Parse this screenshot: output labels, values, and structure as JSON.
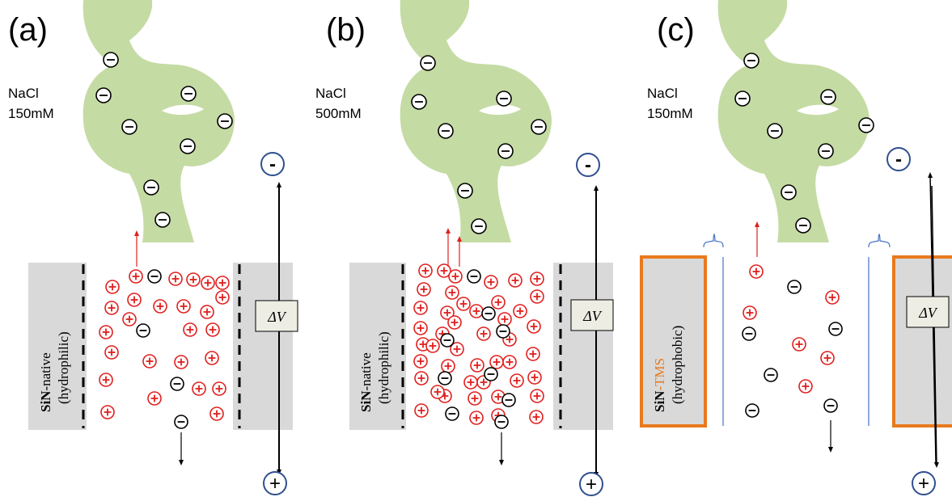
{
  "panels": [
    {
      "label": "(a)",
      "salt": "NaCl",
      "concentration": "150mM",
      "dv": "ΔV",
      "wall_bold": "SiN",
      "wall_suffix": "-native",
      "wall_sub": "(hydrophilic)",
      "minus_terminal": "-",
      "plus_terminal": "+"
    },
    {
      "label": "(b)",
      "salt": "NaCl",
      "concentration": "500mM",
      "dv": "ΔV",
      "wall_bold": "SiN",
      "wall_suffix": "-native",
      "wall_sub": "(hydrophilic)",
      "minus_terminal": "-",
      "plus_terminal": "+"
    },
    {
      "label": "(c)",
      "salt": "NaCl",
      "concentration": "150mM",
      "dv": "ΔV",
      "wall_bold": "SiN",
      "wall_suffix": "-TMS",
      "wall_sub": "(hydrophobic)",
      "minus_terminal": "-",
      "plus_terminal": "+"
    }
  ],
  "colors": {
    "protein": "#c5dba4",
    "wall": "#d9d9d9",
    "cation": "#e0201e",
    "anion": "#000000",
    "terminal": "#2f4f8f",
    "tms": "#e87a1e",
    "tms_text": "#e87a1e",
    "thin_line": "#4472c4"
  },
  "ion_symbols": {
    "cation": "+",
    "anion": "−"
  }
}
